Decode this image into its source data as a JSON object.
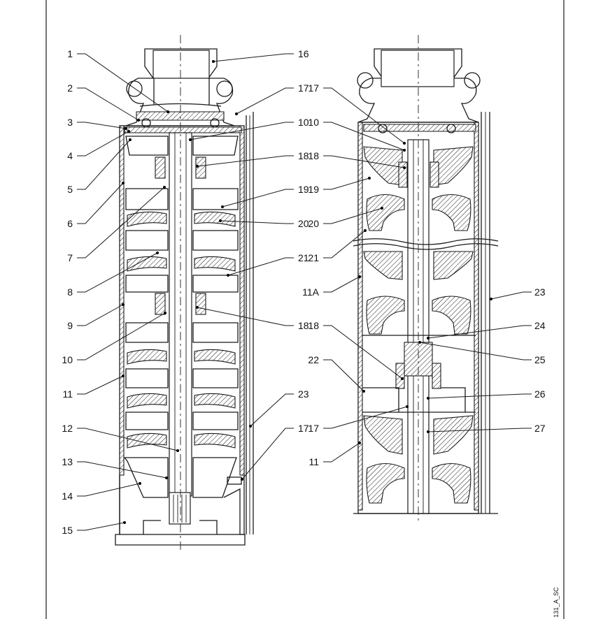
{
  "diagram": {
    "left_labels_pump1": [
      "1",
      "2",
      "3",
      "4",
      "5",
      "6",
      "7",
      "8",
      "9",
      "10",
      "11",
      "12",
      "13",
      "14",
      "15"
    ],
    "right_labels_pump1": [
      "16",
      "17",
      "10",
      "18",
      "19",
      "20",
      "21",
      "18",
      "23",
      "17"
    ],
    "left_labels_pump2": [
      "17",
      "10",
      "18",
      "19",
      "20",
      "21",
      "11A",
      "18",
      "22",
      "17",
      "11"
    ],
    "right_labels_pump2": [
      "23",
      "24",
      "25",
      "26",
      "27"
    ],
    "drawing_code": "131_A_SC"
  }
}
